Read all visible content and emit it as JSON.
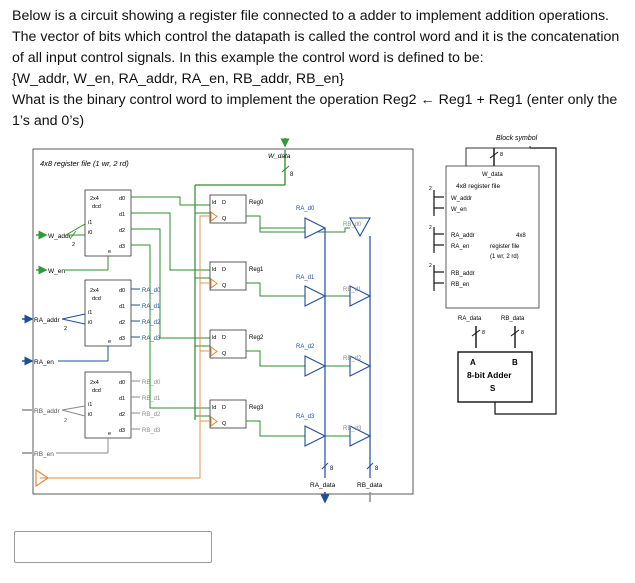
{
  "question": {
    "lines": [
      "Below is a circuit showing a register file connected to a adder to implement addition operations.",
      "The vector of bits which control the datapath is called the control word and it is the concatenation",
      "of all input control signals. In this example the control word is defined to be:",
      "{W_addr, W_en, RA_addr, RA_en, RB_addr, RB_en}",
      "What is the binary control word to implement the operation Reg2 ← Reg1 + Reg1 (enter only the",
      "1’s and 0’s)"
    ]
  },
  "diagram": {
    "title": "4x8 register file (1 wr, 2 rd)",
    "w_data": "W_data",
    "bus_width": "8",
    "inputs": {
      "w_addr": "W_addr",
      "w_en": "W_en",
      "ra_addr": "RA_addr",
      "ra_en": "RA_en",
      "rb_addr": "RB_addr",
      "rb_en": "RB_en",
      "addr_width": "2"
    },
    "decoder": {
      "type": "2x4",
      "sub": "dcd",
      "in1": "i1",
      "in0": "i0",
      "en": "e",
      "outs": [
        "d0",
        "d1",
        "d2",
        "d3"
      ]
    },
    "ra_lines": [
      "RA_d0",
      "RA_d1",
      "RA_d2",
      "RA_d3"
    ],
    "rb_lines": [
      "RB_d0",
      "RB_d1",
      "RB_d2",
      "RB_d3"
    ],
    "registers": [
      "Reg0",
      "Reg1",
      "Reg2",
      "Reg3"
    ],
    "reg_pins": {
      "ld": "ld",
      "d": "D",
      "q": "Q"
    },
    "outputs": {
      "ra_data": "RA_data",
      "rb_data": "RB_data"
    },
    "colors": {
      "wire": "#2d8c2d",
      "blue": "#1f4e9c",
      "orange": "#e08a3c",
      "gray": "#8a8a8a",
      "green_arrow": "#2f9a3a"
    }
  },
  "block_symbol": {
    "title": "Block symbol",
    "width": "8",
    "w_data": "W_data",
    "regfile": "4x8 register file",
    "w_addr": "W_addr",
    "w_en": "W_en",
    "ra_addr": "RA_addr",
    "ra_en": "RA_en",
    "rf_short": "4x8",
    "rf_line2": "register file",
    "rf_line3": "(1 wr, 2 rd)",
    "rb_addr": "RB_addr",
    "rb_en": "RB_en",
    "addr_width": "2",
    "ra_data": "RA_data",
    "rb_data": "RB_data",
    "adder": {
      "a": "A",
      "b": "B",
      "label": "8-bit Adder",
      "s": "S"
    }
  },
  "answer": {
    "value": ""
  }
}
